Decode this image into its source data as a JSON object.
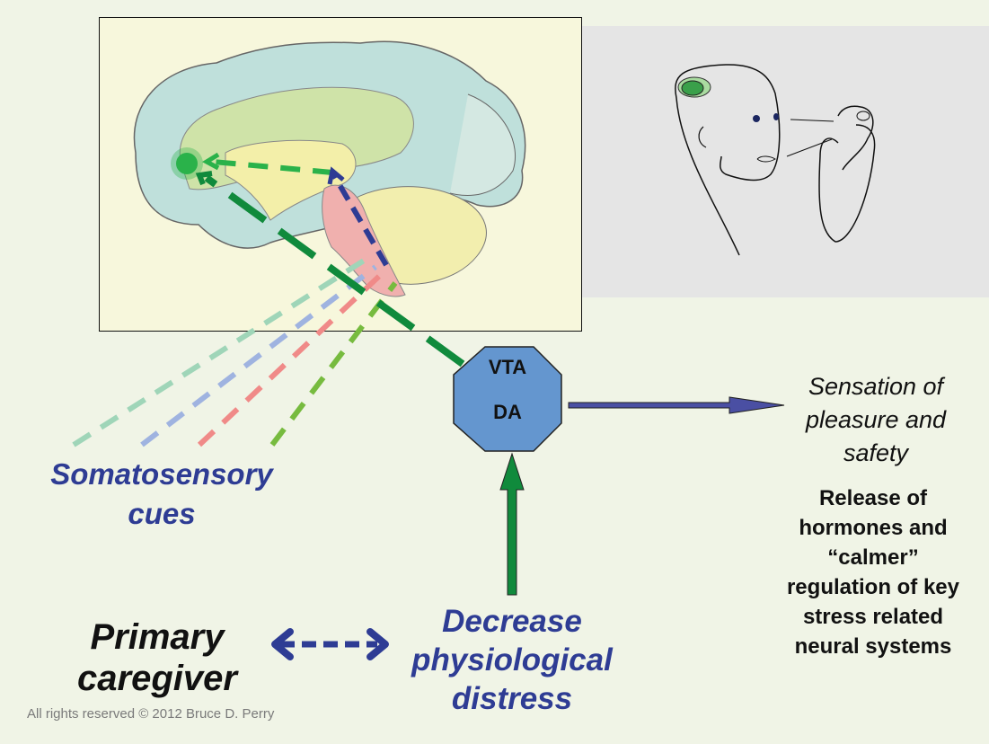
{
  "diagram": {
    "brain_image": {
      "label": "brain-sagittal-section",
      "colors": {
        "cortex": "#bfe0db",
        "limbic": "#cfe3a8",
        "diencephalon": "#f3efa9",
        "brainstem": "#f0b0ae",
        "cerebellum": "#f2eeae",
        "panel_bg": "#f7f7dc"
      }
    },
    "faces_image": {
      "label": "caregiver-and-infant-faces",
      "bg": "#e5e5e5",
      "highlight": "#3aa04a"
    },
    "somatosensory": {
      "label": "Somatosensory cues",
      "line_colors": [
        "#9fd5b8",
        "#9fb3e0",
        "#f08a88",
        "#77bb3f"
      ]
    },
    "vta_node": {
      "line1": "VTA",
      "line2": "DA",
      "fill": "#6496cf"
    },
    "outcomes": {
      "sensation": "Sensation of pleasure and safety",
      "release": "Release of hormones and “calmer” regulation of key stress related neural systems"
    },
    "caregiver": {
      "label": "Primary caregiver"
    },
    "distress": {
      "label": "Decrease physiological distress"
    },
    "colors": {
      "dark_green": "#108a3c",
      "bright_green": "#2ab24a",
      "navy": "#2e3c94",
      "arrow_blue": "#4a4fa3",
      "background": "#f0f4e6"
    },
    "copyright": "All rights reserved © 2012 Bruce D. Perry"
  }
}
